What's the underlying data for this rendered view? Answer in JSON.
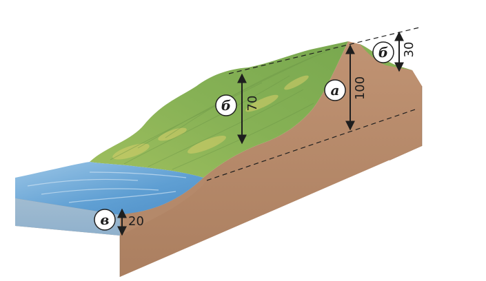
{
  "diagram": {
    "markers": {
      "a": {
        "letter": "а",
        "value": "100"
      },
      "b_slope": {
        "letter": "б",
        "value": "70"
      },
      "b_right": {
        "letter": "б",
        "value": "30"
      },
      "v": {
        "letter": "в",
        "value": "20"
      }
    },
    "colors": {
      "earth_front": "#b58a6a",
      "earth_side": "#a87c5e",
      "vegetation": "#8fb659",
      "water": "#6fa9d6",
      "line": "#1e1e1e"
    }
  }
}
